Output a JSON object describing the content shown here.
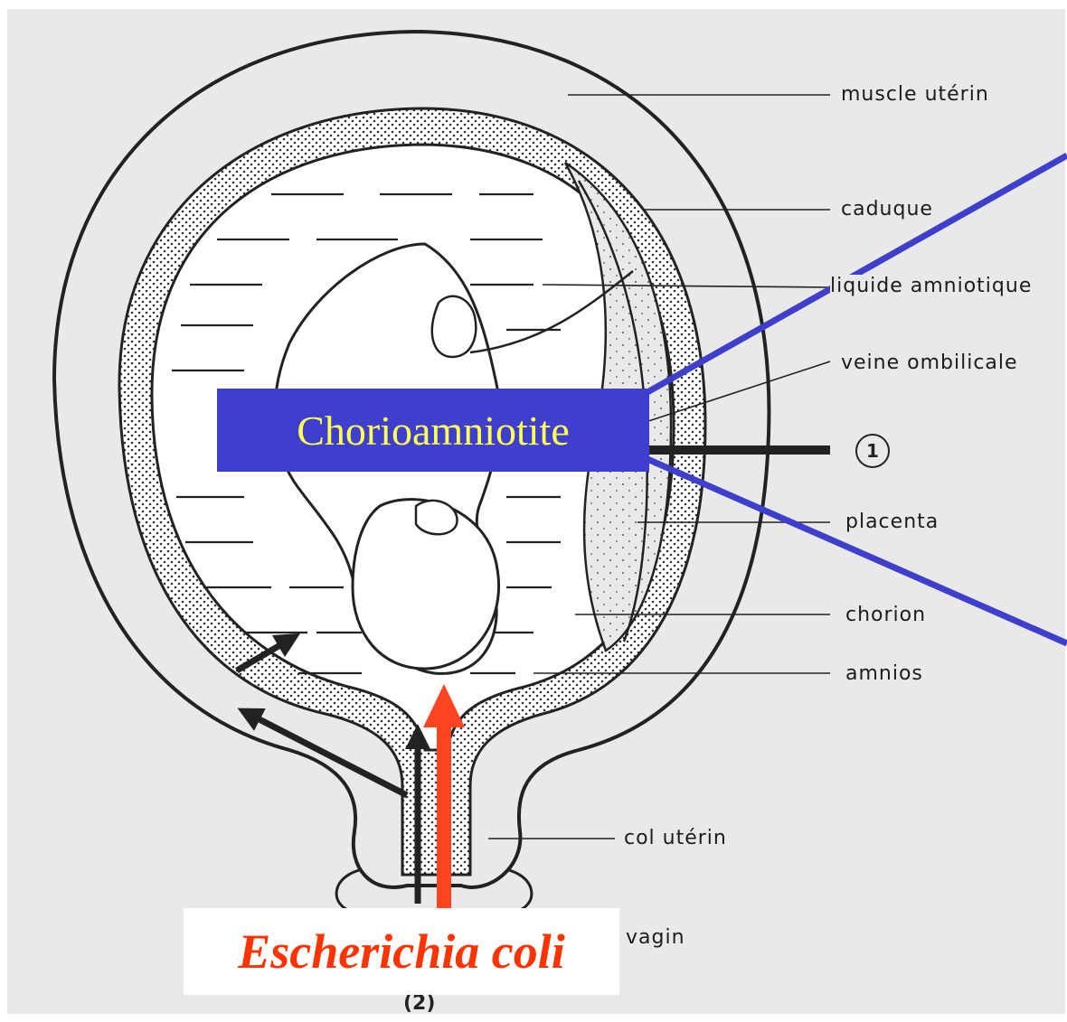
{
  "labels": {
    "muscle_uterin": "muscle utérin",
    "caduque": "caduque",
    "liquide_amniotique": "liquide amniotique",
    "veine_ombilicale": "veine ombilicale",
    "placenta": "placenta",
    "chorion": "chorion",
    "amnios": "amnios",
    "col_uterin": "col utérin",
    "vagin": "vagin"
  },
  "markers": {
    "one": "1",
    "two": "(2)"
  },
  "callouts": {
    "chorioamniotite": "Chorioamniotite",
    "escherichia_coli": "Escherichia coli"
  },
  "colors": {
    "callout_box": "#3e3fcc",
    "callout_text": "#ffff55",
    "bacteria_text": "#ff3300",
    "bacteria_arrow": "#ff4422",
    "background": "#e9e9e9"
  }
}
